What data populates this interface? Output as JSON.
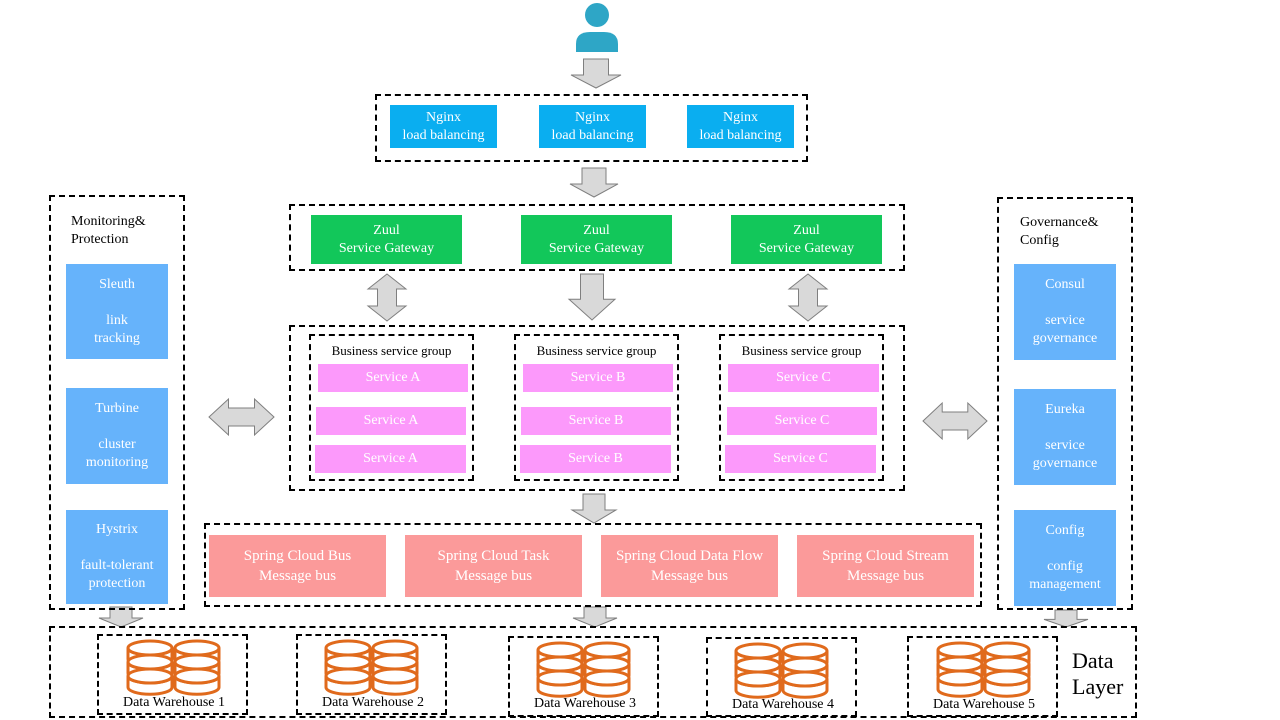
{
  "nginx": [
    {
      "name": "Nginx",
      "desc": "load balancing"
    },
    {
      "name": "Nginx",
      "desc": "load balancing"
    },
    {
      "name": "Nginx",
      "desc": "load balancing"
    }
  ],
  "zuul": [
    {
      "name": "Zuul",
      "desc": "Service Gateway"
    },
    {
      "name": "Zuul",
      "desc": "Service Gateway"
    },
    {
      "name": "Zuul",
      "desc": "Service Gateway"
    }
  ],
  "groups": [
    {
      "title": "Business service group",
      "services": [
        "Service A",
        "Service A",
        "Service A"
      ]
    },
    {
      "title": "Business service group",
      "services": [
        "Service B",
        "Service B",
        "Service B"
      ]
    },
    {
      "title": "Business service group",
      "services": [
        "Service C",
        "Service C",
        "Service C"
      ]
    }
  ],
  "buses": [
    {
      "name": "Spring  Cloud Bus",
      "desc": "Message bus"
    },
    {
      "name": "Spring  Cloud Task",
      "desc": "Message bus"
    },
    {
      "name": "Spring  Cloud Data Flow",
      "desc": "Message bus"
    },
    {
      "name": "Spring  Cloud Stream",
      "desc": "Message bus"
    }
  ],
  "monitoring": {
    "title": "Monitoring&\nProtection",
    "items": [
      {
        "name": "Sleuth",
        "desc": "link\ntracking"
      },
      {
        "name": "Turbine",
        "desc": "cluster\nmonitoring"
      },
      {
        "name": "Hystrix",
        "desc": "fault-tolerant\nprotection"
      }
    ]
  },
  "governance": {
    "title": "Governance&\nConfig",
    "items": [
      {
        "name": "Consul",
        "desc": "service\ngovernance"
      },
      {
        "name": "Eureka",
        "desc": "service\ngovernance"
      },
      {
        "name": "Config",
        "desc": "config\nmanagement"
      }
    ]
  },
  "data_layer": {
    "title": "Data\nLayer",
    "warehouses": [
      "Data Warehouse  1",
      "Data Warehouse  2",
      "Data Warehouse  3",
      "Data Warehouse  4",
      "Data Warehouse  5"
    ]
  },
  "colors": {
    "user": "#2ea6c6",
    "nginx": "#0aaef0",
    "zuul": "#12c75a",
    "service": "#fc99fb",
    "bus": "#fb9a9a",
    "side": "#66b3fb",
    "database": "#e06a1c",
    "arrow_fill": "#d9d9d9",
    "arrow_stroke": "#7f7f7f"
  }
}
